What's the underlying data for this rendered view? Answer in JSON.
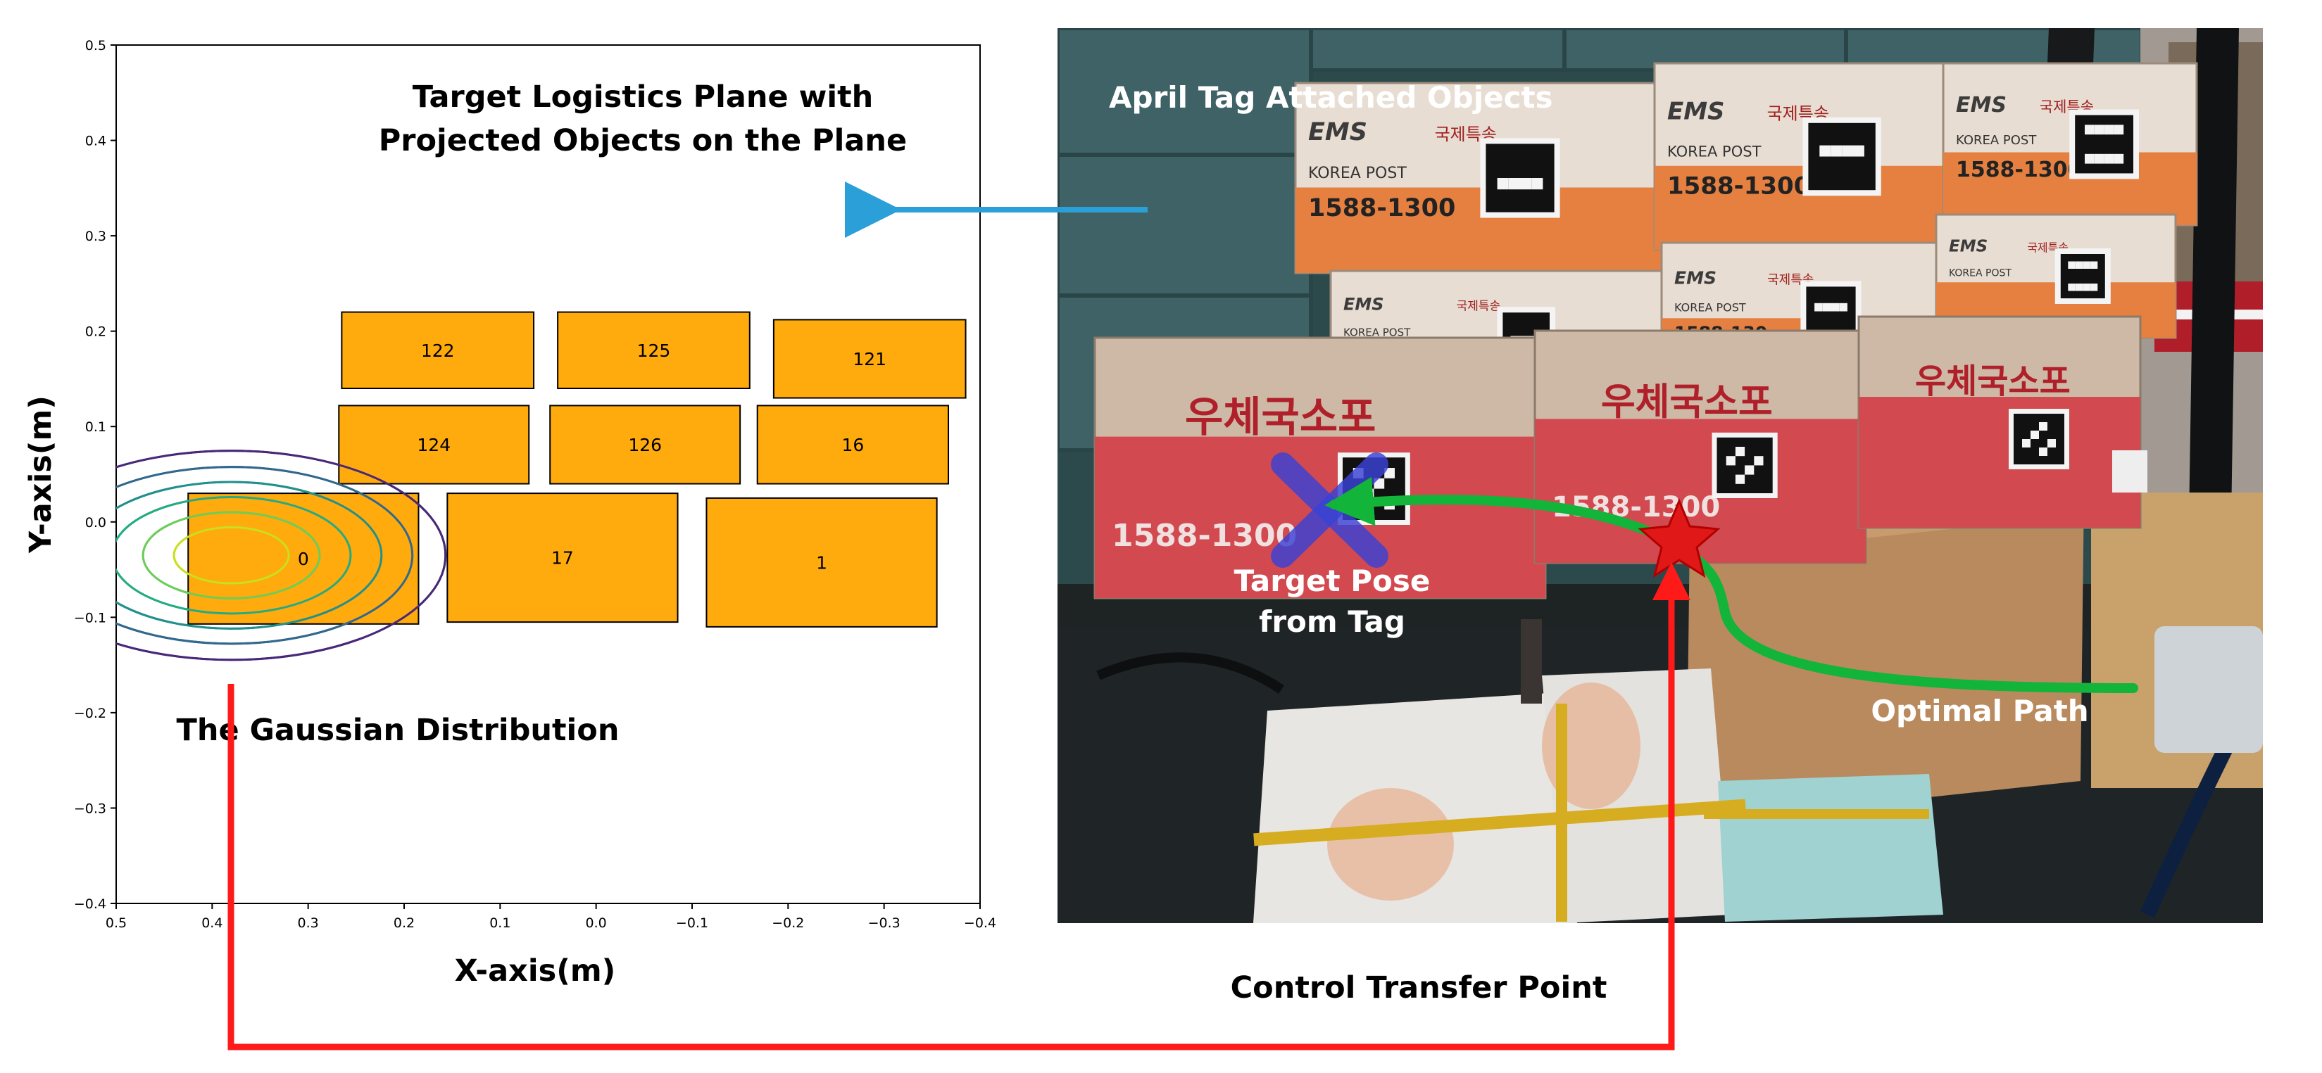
{
  "plot": {
    "title_line1": "Target Logistics Plane with",
    "title_line2": "Projected Objects on the Plane",
    "xlabel": "X-axis(m)",
    "ylabel": "Y-axis(m)",
    "xlim": [
      0.5,
      -0.4
    ],
    "ylim": [
      -0.4,
      0.5
    ],
    "x_ticks": [
      "0.5",
      "0.4",
      "0.3",
      "0.2",
      "0.1",
      "0.0",
      "−0.1",
      "−0.2",
      "−0.3",
      "−0.4"
    ],
    "y_ticks": [
      "−0.4",
      "−0.3",
      "−0.2",
      "−0.1",
      "0.0",
      "0.1",
      "0.2",
      "0.3",
      "0.4",
      "0.5"
    ],
    "gaussian_label": "The Gaussian Distribution",
    "object_color": "#FFA500",
    "objects": [
      {
        "id": "122",
        "x0": 0.265,
        "x1": 0.065,
        "y0": 0.14,
        "y1": 0.22
      },
      {
        "id": "125",
        "x0": 0.04,
        "x1": -0.16,
        "y0": 0.14,
        "y1": 0.22
      },
      {
        "id": "121",
        "x0": -0.185,
        "x1": -0.385,
        "y0": 0.13,
        "y1": 0.212
      },
      {
        "id": "124",
        "x0": 0.268,
        "x1": 0.07,
        "y0": 0.04,
        "y1": 0.122
      },
      {
        "id": "126",
        "x0": 0.048,
        "x1": -0.15,
        "y0": 0.04,
        "y1": 0.122
      },
      {
        "id": "16",
        "x0": -0.168,
        "x1": -0.367,
        "y0": 0.04,
        "y1": 0.122
      },
      {
        "id": "0",
        "x0": 0.425,
        "x1": 0.185,
        "y0": -0.107,
        "y1": 0.03
      },
      {
        "id": "17",
        "x0": 0.155,
        "x1": -0.085,
        "y0": -0.105,
        "y1": 0.03
      },
      {
        "id": "1",
        "x0": -0.115,
        "x1": -0.355,
        "y0": -0.11,
        "y1": 0.025
      }
    ],
    "gaussian": {
      "center": [
        0.38,
        -0.035
      ],
      "level_scales": [
        0.26,
        0.4,
        0.54,
        0.68,
        0.82,
        0.97
      ],
      "rx": 0.23,
      "ry": 0.113,
      "colors": [
        "#c8e020",
        "#6ccd5a",
        "#25ab82",
        "#21908d",
        "#31688e",
        "#482878",
        "#5b2d8a"
      ]
    }
  },
  "photo": {
    "labels": {
      "april_tag": "April Tag Attached Objects",
      "target_pose_line1": "Target Pose",
      "target_pose_line2": "from Tag",
      "optimal_path": "Optimal Path"
    },
    "boxes": [
      {
        "brand": "EMS",
        "post": "KOREA POST",
        "phone": "1588-1300",
        "kr": "국제특송"
      },
      {
        "brand": "EMS",
        "post": "KOREA POST",
        "phone": "1588-1300",
        "kr": "국제특송"
      },
      {
        "brand": "EMS",
        "post": "KOREA POST",
        "phone": "1588-1300",
        "kr": "국제특송"
      },
      {
        "brand": "EMS",
        "post": "KOREA POST",
        "phone": "1588-1300",
        "kr": "국제특송"
      },
      {
        "brand": "EMS",
        "post": "KOREA POST",
        "phone": "1588-130",
        "kr": "국제특송"
      },
      {
        "brand": "EMS",
        "post": "KOREA POST",
        "phone": "",
        "kr": "국제특송"
      }
    ],
    "parcels": [
      {
        "brand": "우체국소포",
        "phone": "1588-1300"
      },
      {
        "brand": "우체국소포",
        "phone": "1588-1300"
      },
      {
        "brand": "우체국소포",
        "phone": ""
      }
    ]
  },
  "control_transfer_label": "Control Transfer Point",
  "colors": {
    "blue_arrow": "#2a9fd8",
    "red_path": "#ff1a1a",
    "green_path": "#12b43a",
    "target_x": "#3a42d6"
  }
}
